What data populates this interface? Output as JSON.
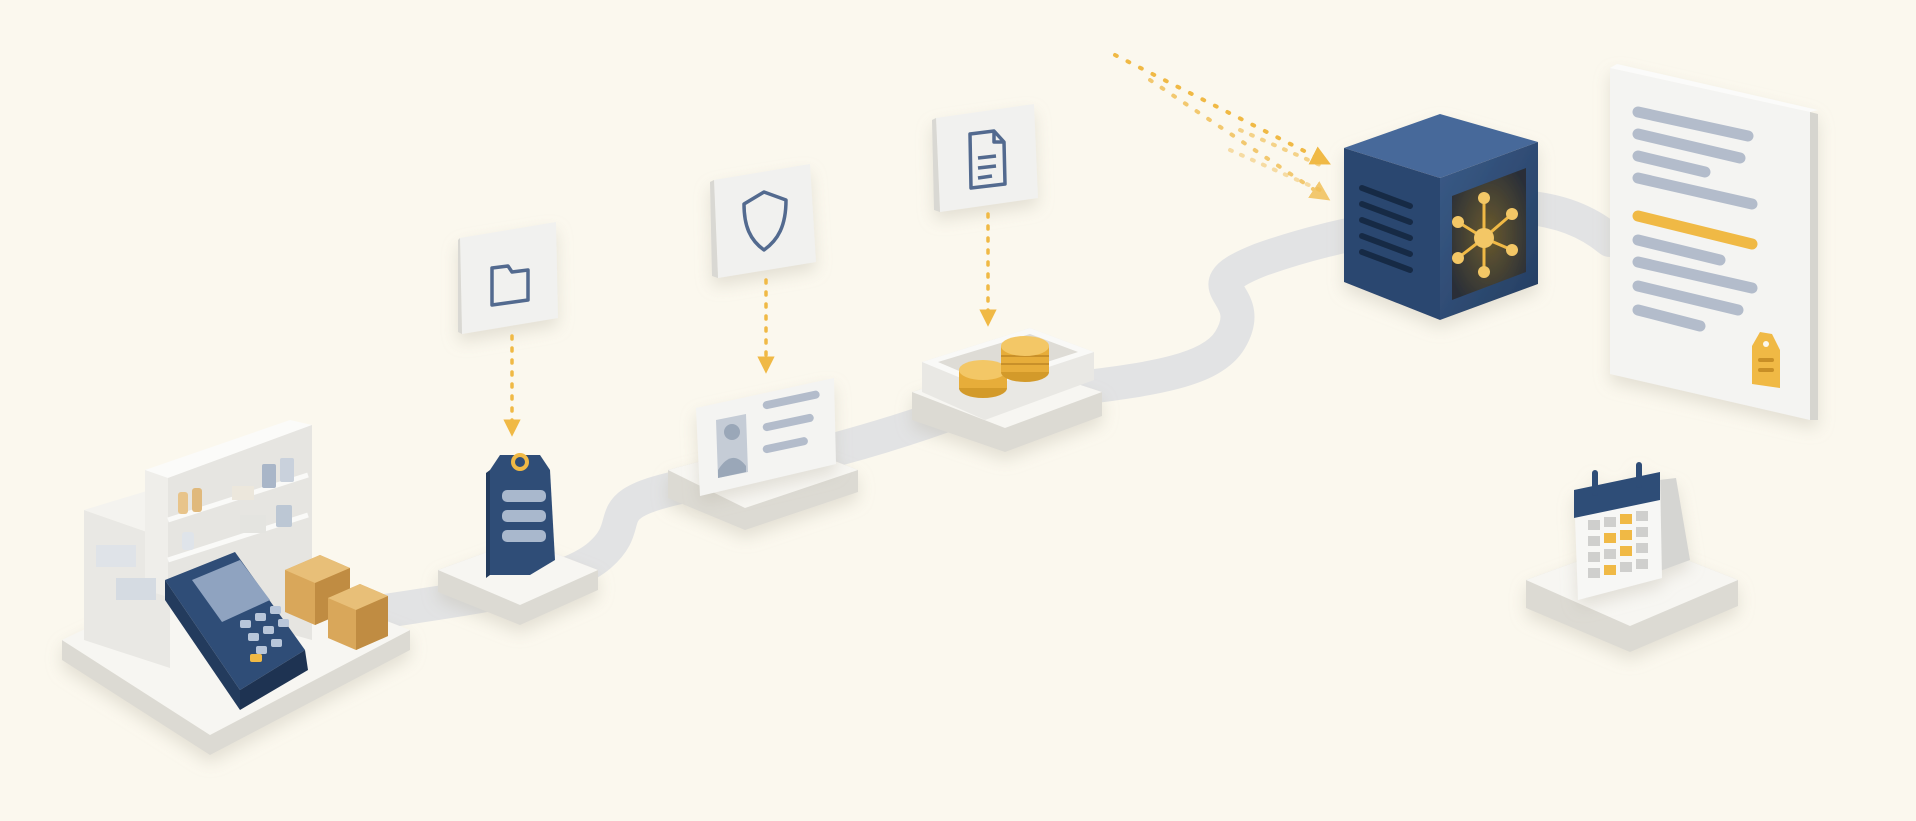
{
  "colors": {
    "background": "#fbf8ee",
    "path": "#e4e5e6",
    "platform_top": "#f7f6f2",
    "platform_side": "#dcdad3",
    "navy": "#2f4d77",
    "navy_dark": "#233b5d",
    "gold": "#f0b945",
    "gold_dark": "#d39a2a",
    "card": "#f1f1ef",
    "line_grey": "#b3bccb",
    "box_tan": "#d9a75a"
  },
  "flow": {
    "direction": "left-to-right",
    "stages": [
      {
        "name": "pos-terminal-store",
        "icon": "store-shelf-terminal-icon"
      },
      {
        "name": "price-tag",
        "icon": "price-tag-icon",
        "input_icon": "folder-icon"
      },
      {
        "name": "id-card",
        "icon": "id-card-icon",
        "input_icon": "shield-icon"
      },
      {
        "name": "coin-tray",
        "icon": "coins-icon",
        "input_icon": "document-icon"
      },
      {
        "name": "processing-cube",
        "icon": "network-hub-icon",
        "incoming": "dotted-arrows"
      },
      {
        "name": "report-document",
        "icon": "report-page-icon",
        "attachment": "tag-icon"
      }
    ],
    "side_item": {
      "name": "calendar",
      "icon": "calendar-icon"
    }
  }
}
